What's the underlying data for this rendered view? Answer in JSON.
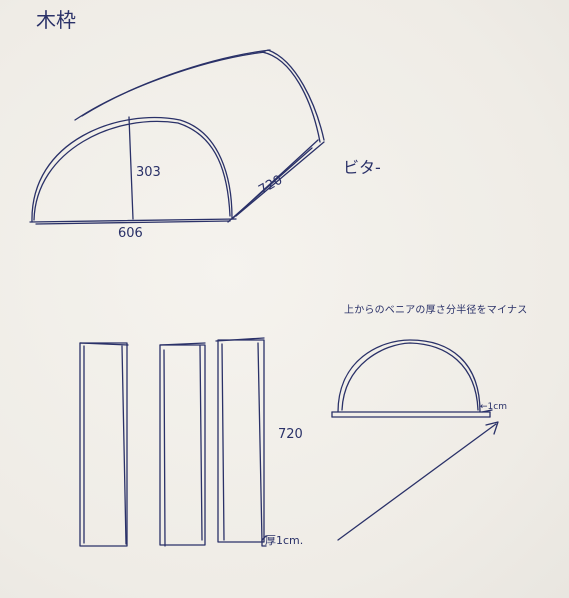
{
  "title": "木枠",
  "top_sketch": {
    "height_dim": "303",
    "width_dim": "606",
    "depth_dim": "720",
    "side_note": "ビタ-"
  },
  "bottom_sketch": {
    "piece_length": "720",
    "thickness_label": "厚1cm.",
    "instruction": "上からのベニアの厚さ分半径をマイナス",
    "veneer_label": "←1cm"
  },
  "ink_color": "#2a3168",
  "paper_color": "#f1efea"
}
